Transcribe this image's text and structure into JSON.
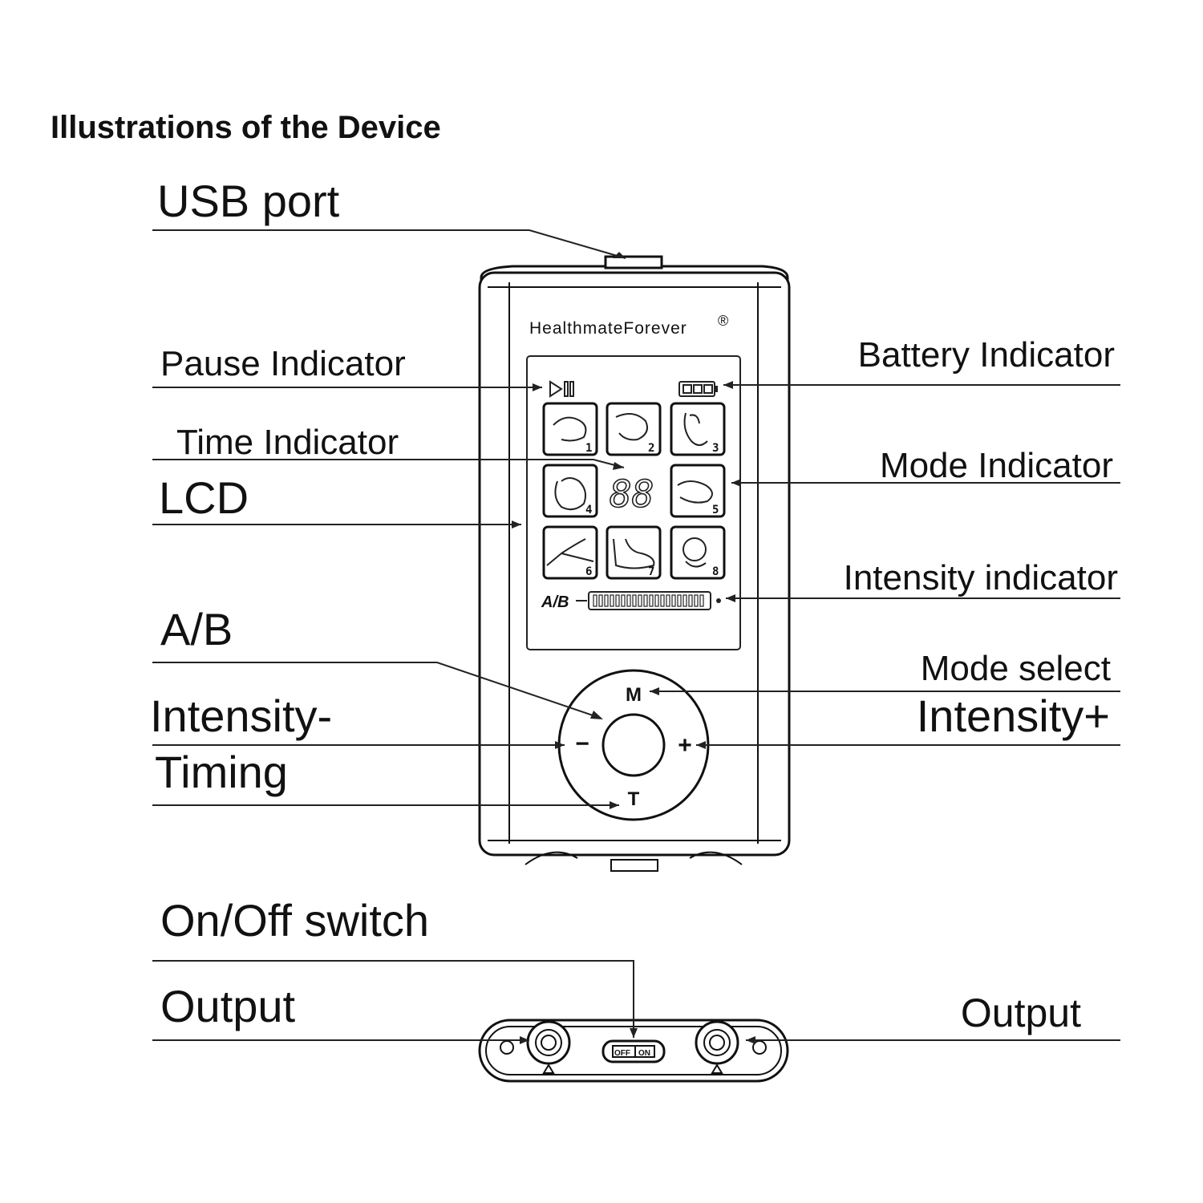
{
  "title": "Illustrations of the Device",
  "brand": "HealthmateForever",
  "brand_mark": "®",
  "labels": {
    "usb_port": "USB  port",
    "pause_indicator": "Pause Indicator",
    "battery_indicator": "Battery Indicator",
    "time_indicator": "Time Indicator",
    "mode_indicator": "Mode Indicator",
    "lcd": "LCD",
    "intensity_indicator": "Intensity indicator",
    "ab": "A/B",
    "mode_select": "Mode select",
    "intensity_minus": "Intensity-",
    "intensity_plus": "Intensity+",
    "timing": "Timing",
    "on_off_switch": "On/Off  switch",
    "output_left": "Output",
    "output_right": "Output"
  },
  "lcd_screen": {
    "ab_text": "A/B",
    "time_digits": "88",
    "mode_numbers": [
      "1",
      "2",
      "3",
      "4",
      "5",
      "6",
      "7",
      "8"
    ]
  },
  "buttons": {
    "m": "M",
    "t": "T",
    "minus": "−",
    "plus": "+"
  },
  "switch": {
    "off": "OFF",
    "on": "ON"
  },
  "icons": [
    "play-pause-icon",
    "battery-icon",
    "hand-massage-icon",
    "foot-massage-icon",
    "back-massage-icon"
  ]
}
